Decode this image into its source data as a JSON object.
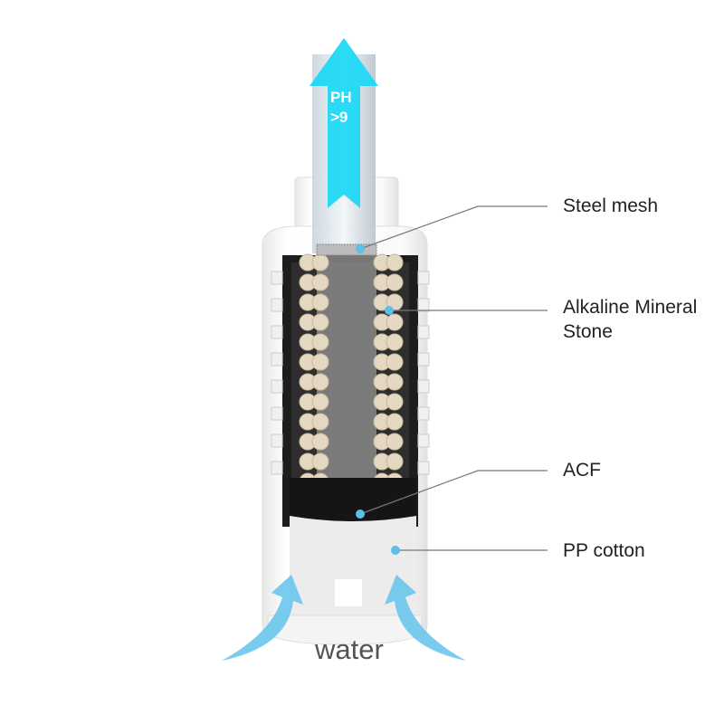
{
  "arrow_text": {
    "line1": "PH",
    "line2": ">9"
  },
  "inlet_label": "water",
  "components": [
    {
      "label": "Steel mesh"
    },
    {
      "label_line1": "Alkaline Mineral",
      "label_line2": "Stone"
    },
    {
      "label": "ACF"
    },
    {
      "label": "PP cotton"
    }
  ],
  "colors": {
    "arrow": "#1ad8f5",
    "inlet_arrows": "#6cc6ec",
    "marker_dot": "#5bbfe8",
    "leader_line": "#777777",
    "acf": "#151515",
    "mineral_stone": "#e4d8c2"
  }
}
